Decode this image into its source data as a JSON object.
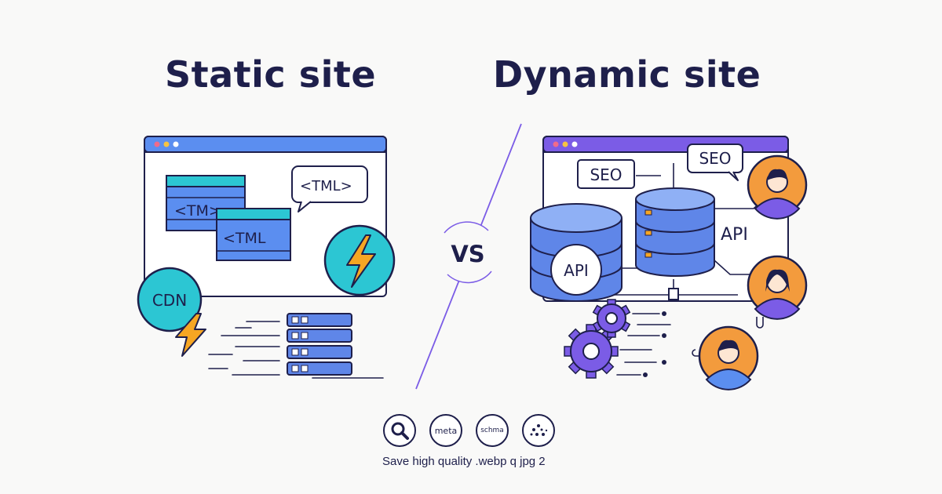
{
  "titles": {
    "static": "Static site",
    "dynamic": "Dynamic site"
  },
  "vs": "VS",
  "static_panel": {
    "code_block_1": "<TM>",
    "code_block_2": "<TML",
    "speech_bubble": "<TML>",
    "cdn_badge": "CDN"
  },
  "dynamic_panel": {
    "seo_tag_1": "SEO",
    "seo_tag_2": "SEO",
    "db_label_left": "API",
    "db_label_right": "API"
  },
  "bottom_icons": {
    "meta": "meta",
    "schema": "schma"
  },
  "caption": "Save high quality .webp q jpg 2",
  "colors": {
    "title": "#1e1f4b",
    "blue_bar": "#5b8ef0",
    "purple_bar": "#7b5ce6",
    "cyan": "#2cc6d3",
    "db_blue": "#5f86e8",
    "avatar_orange": "#f39b3d",
    "lightning": "#f6a623"
  }
}
